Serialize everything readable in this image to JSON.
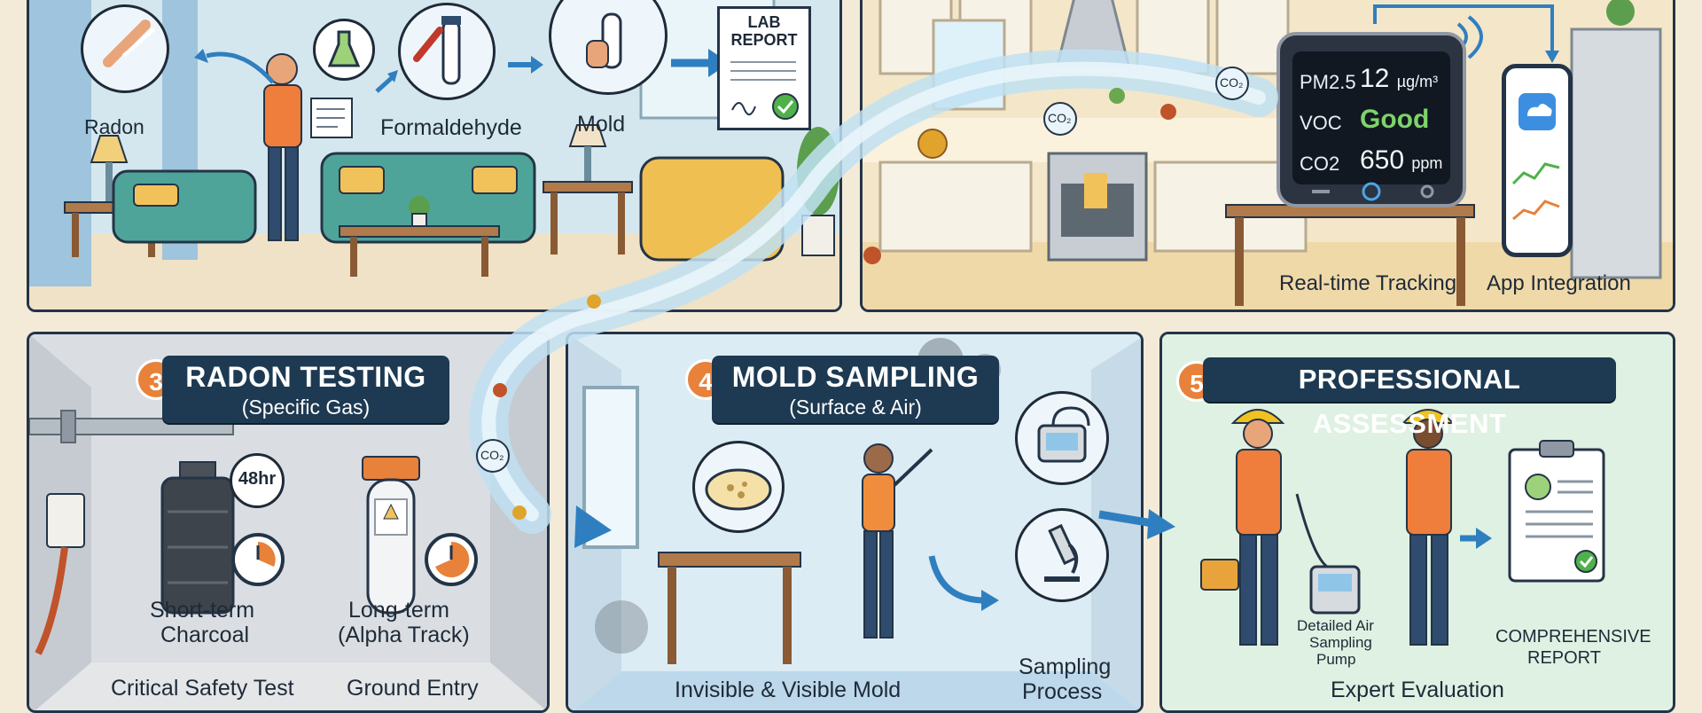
{
  "panels": {
    "living": {
      "labels": {
        "radon": "Radon",
        "formaldehyde": "Formaldehyde",
        "mold": "Mold"
      },
      "lab_report": {
        "line1": "LAB",
        "line2": "REPORT"
      }
    },
    "kitchen": {
      "monitor": {
        "rows": [
          {
            "name": "PM2.5",
            "value": "12",
            "unit": "µg/m³"
          },
          {
            "name": "VOC",
            "value": "Good",
            "unit": ""
          },
          {
            "name": "CO2",
            "value": "650",
            "unit": "ppm"
          }
        ]
      },
      "labels": {
        "tracking": "Real-time Tracking",
        "app": "App Integration"
      },
      "co2_tag": "CO₂"
    },
    "radon": {
      "number": "3",
      "title": "RADON TESTING",
      "subtitle": "(Specific Gas)",
      "timer": "48hr",
      "short_term": {
        "line1": "Short-term",
        "line2": "Charcoal"
      },
      "long_term": {
        "line1": "Long-term",
        "line2": "(Alpha Track)"
      },
      "critical": "Critical Safety Test",
      "ground": "Ground Entry"
    },
    "mold": {
      "number": "4",
      "title": "MOLD SAMPLING",
      "subtitle": "(Surface & Air)",
      "visible": "Invisible & Visible Mold",
      "process": {
        "line1": "Sampling",
        "line2": "Process"
      }
    },
    "pro": {
      "number": "5",
      "title": "PROFESSIONAL ASSESSMENT",
      "pump": {
        "line1": "Detailed Air",
        "line2": "Sampling",
        "line3": "Pump"
      },
      "report": {
        "line1": "COMPREHENSIVE",
        "line2": "REPORT"
      },
      "evaluation": "Expert Evaluation"
    }
  },
  "colors": {
    "navy": "#1d3a52",
    "accent": "#e8813a",
    "flow": "#bfe0f2",
    "arrow": "#2f7fc0"
  }
}
